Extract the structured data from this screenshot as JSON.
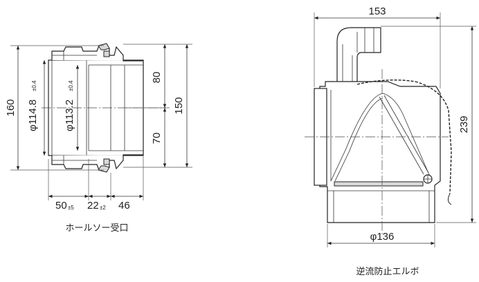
{
  "left_drawing": {
    "caption": "ホールソー受口",
    "dims": {
      "d160": "160",
      "d1148_sym": "φ114.8",
      "d1148_tol": "±0.4",
      "d1132_sym": "φ113.2",
      "d1132_tol": "±0.4",
      "d80": "80",
      "d70": "70",
      "d150": "150",
      "d50": "50",
      "d50_tol": "±5",
      "d22": "22",
      "d22_tol": "±2",
      "d46": "46"
    }
  },
  "right_drawing": {
    "caption": "逆流防止エルボ",
    "dims": {
      "d153": "153",
      "d239": "239",
      "d136": "φ136"
    }
  }
}
